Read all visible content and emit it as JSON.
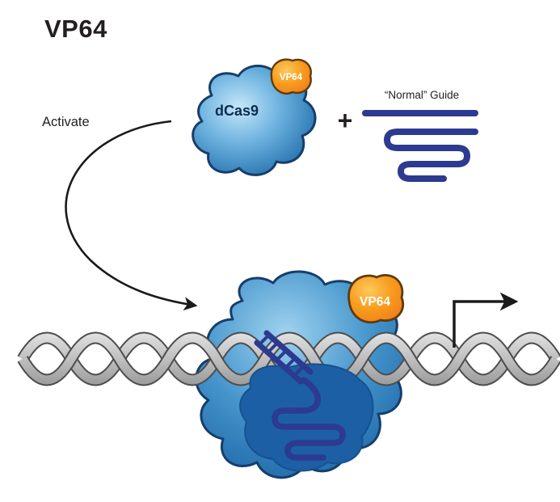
{
  "title": "VP64",
  "top": {
    "activate_label": "Activate",
    "dcas9_label": "dCas9",
    "vp64_tag": "VP64",
    "plus": "+",
    "guide_label": "“Normal” Guide"
  },
  "bottom": {
    "vp64_tag": "VP64"
  },
  "colors": {
    "blue_light": "#bfe3f7",
    "blue_mid": "#5aa7d8",
    "blue_dark": "#1e6cae",
    "blue_outline": "#163e6b",
    "inner_blue": "#1d5fa4",
    "orange_light": "#fcc044",
    "orange_mid": "#f8981d",
    "orange_outline": "#5f3a10",
    "guide_rna": "#2c3a8f",
    "dna_light": "#e2e2e2",
    "dna_mid": "#a9a9a9",
    "dna_dark": "#4d4d4d",
    "arrow": "#1b1b1b",
    "text": "#231f20",
    "dcas9_text": "#0d2c50"
  }
}
